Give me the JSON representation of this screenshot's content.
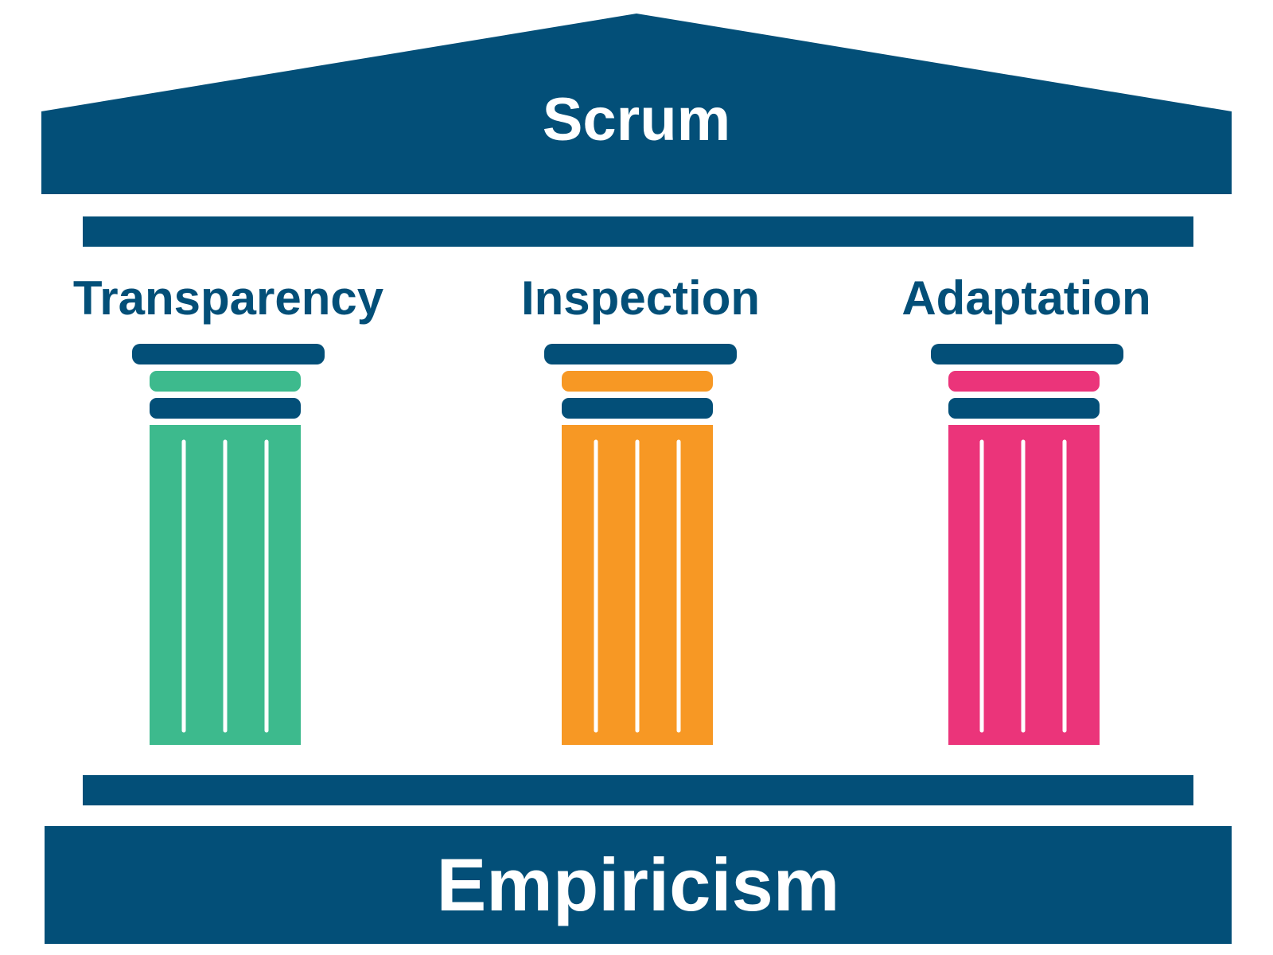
{
  "roof": {
    "title": "Scrum"
  },
  "pillars": [
    {
      "label": "Transparency",
      "color": "#3DBA8D"
    },
    {
      "label": "Inspection",
      "color": "#F79824"
    },
    {
      "label": "Adaptation",
      "color": "#EB347A"
    }
  ],
  "foundation": {
    "title": "Empiricism"
  },
  "colors": {
    "structure": "#034F78",
    "fluting": "#FFFFFF",
    "background": "#FFFFFF"
  }
}
